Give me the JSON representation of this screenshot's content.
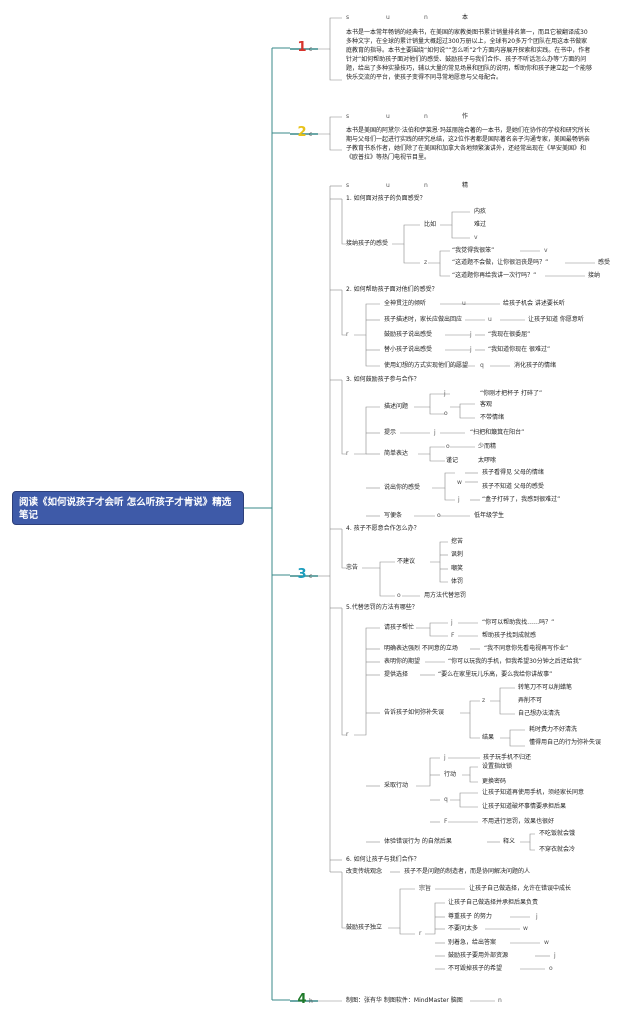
{
  "root": {
    "title": "阅读《如何说孩子才会听 怎么听孩子才肯说》精选笔记"
  },
  "branches": [
    {
      "num": "1",
      "mark": "c",
      "heading": [
        "s",
        "u",
        "n",
        "本"
      ],
      "text": "本书是一本常年畅销的经典书，在美国的家教类图书累计销量排名第一，而且它被翻译成30多种文字，在全球的累计销量大概超过300万册以上，全球有20多万个团队在用这本书做家庭教育的指导。本书主要围绕“如何说”“怎么听”2个方面内容展开探索和实践。在书中，作者针对“如何帮助孩子面对他们的感受、鼓励孩子与我们合作、孩子不听话怎么办等”方面的问题，给出了多种实操技巧，辅以大量的常见场景和团队的说明，帮助你和孩子建立起一个能够快乐交流的平台，使孩子变得不同寻常地愿意与父母配合。"
    },
    {
      "num": "2",
      "mark": "c",
      "heading": [
        "s",
        "u",
        "n",
        "作"
      ],
      "text": "本书是美国的阿黛尔·法伯和伊莱恩·玛兹丽施合著的一本书，是她们在协作的学校和研究所长期与父母们一起进行实践的研究总结，这2位作者都是国际著名亲子沟通专家，美国最畅销亲子教育书系作者，她们除了在美国和加拿大各地频繁演讲外，还经常出现在《早安美国》和《欧普拉》等热门电视节目里。"
    },
    {
      "num": "3",
      "mark": "c",
      "heading": [
        "s",
        "u",
        "n",
        "精"
      ]
    },
    {
      "num": "4",
      "mark": "h",
      "heading": [
        "制图：张有华 制图软件：MindMaster 脑图",
        "n"
      ]
    }
  ],
  "sections": [
    {
      "title": "1. 如何面对孩子的负面感受？",
      "l1": "接纳孩子的感受",
      "items": [
        "比如",
        "内疚",
        "难过",
        "v",
        "z",
        "“我觉得我很笨”",
        "v",
        "“这道题不会做，让你很沮丧是吗？”",
        "感受",
        "“这道题你再给我讲一次行吗？”",
        "接纳"
      ]
    },
    {
      "title": "2. 如何帮助孩子面对他们的感受？",
      "l1": "r",
      "items": [
        "全神贯注的倾听",
        "u",
        "给孩子机会 讲述要长听",
        "孩子描述时，家长应做出回应",
        "u",
        "让孩子知道 你愿意听",
        "鼓励孩子说出感受",
        "j",
        "“我现在很委屈”",
        "替小孩子说出感受",
        "j",
        "“我知道你现在 很难过”",
        "使用幻想的方式实现他们的愿望",
        "q",
        "消化孩子的情绪"
      ]
    },
    {
      "title": "3. 如何鼓励孩子参与合作？",
      "l1": "r",
      "items": [
        "描述问题",
        "j",
        "“你刚才把杯子 打碎了”",
        "o",
        "客观",
        "不带情绪",
        "提示",
        "j",
        "“扫把和簸箕在阳台”",
        "简单表达",
        "o",
        "少而精",
        "谨记",
        "太啰嗦",
        "说出你的感受",
        "w",
        "孩子看得见 父母的情绪",
        "孩子不知道 父母的感受",
        "j",
        "“盒子打碎了，我感到很难过”",
        "写便条",
        "o",
        "低年级学生"
      ]
    },
    {
      "title": "4. 孩子不愿意合作怎么办？",
      "l1": "忠告",
      "items": [
        "不建议",
        "挖苦",
        "讽刺",
        "嘲笑",
        "体罚",
        "o",
        "用方法代替惩罚"
      ]
    },
    {
      "title": "5.代替惩罚的方法有哪些？",
      "l1": "r",
      "items": [
        "请孩子帮忙",
        "j",
        "“你可以帮助我找……吗？”",
        "F",
        "帮助孩子找到成就感",
        "明确表达强烈 不同意的立场",
        "“我不同意你先看电视再写作业”",
        "表明你的期望",
        "“你可以玩我的手机，但我希望30分钟之后还给我”",
        "提供选择",
        "“要么在家里玩儿乐高，要么我给你讲故事”",
        "告诉孩子如何弥补失误",
        "z",
        "转笔刀不可以削蜡笔",
        "弄削不可",
        "自己想办法清洗",
        "结果",
        "耗时费力不好清洗",
        "懂得用自己的行为弥补失误",
        "采取行动",
        "j",
        "孩子玩手机不归还",
        "行动",
        "设置指纹锁",
        "更换密码",
        "q",
        "让孩子知道再使用手机，须经家长同意",
        "让孩子知道破坏事情要承担后果",
        "F",
        "不用进行惩罚，效果也很好",
        "体验错误行为 的自然后果",
        "释义",
        "不吃饭就会饿",
        "不穿衣就会冷"
      ]
    },
    {
      "title": "6. 如何让孩子与我们合作？",
      "l1a": "改变传统观念",
      "l1a_text": "孩子不是问题的制造者，而是协同解决问题的人",
      "l1": "鼓励孩子独立",
      "items": [
        "宗旨",
        "让孩子自己做选择，允许在错误中成长",
        "r",
        "让孩子自己做选择并承担后果负责",
        "尊重孩子 的努力",
        "j",
        "不要问太多",
        "w",
        "别着急，给出答案",
        "w",
        "鼓励孩子要用外部资源",
        "j",
        "不可毁掉孩子的希望",
        "o"
      ]
    }
  ]
}
